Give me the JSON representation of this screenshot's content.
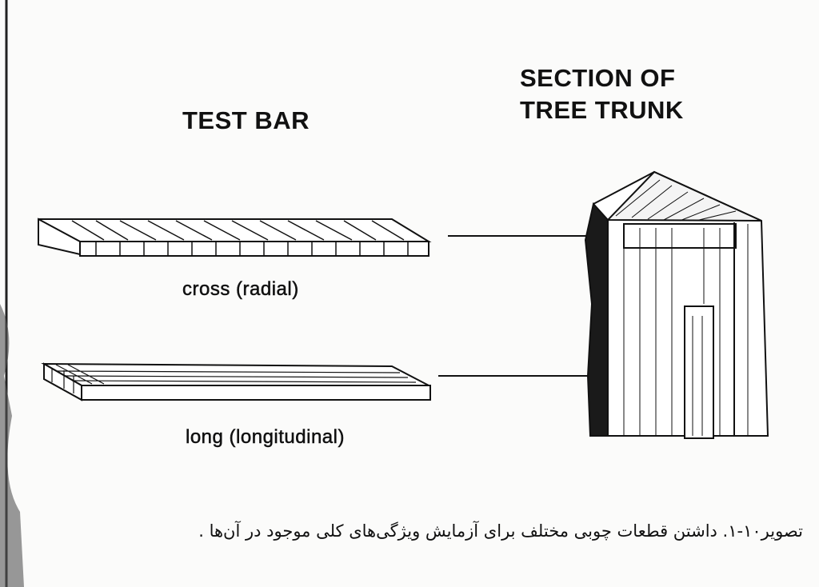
{
  "labels": {
    "test_bar": "TEST BAR",
    "section_line1": "SECTION OF",
    "section_line2": "TREE TRUNK",
    "cross": "cross (radial)",
    "long": "long (longitudinal)"
  },
  "caption": "تصویر۱۰-۱. داشتن قطعات چوبی مختلف برای آزمایش ویژگی‌های کلی موجود در آن‌ها ."
}
